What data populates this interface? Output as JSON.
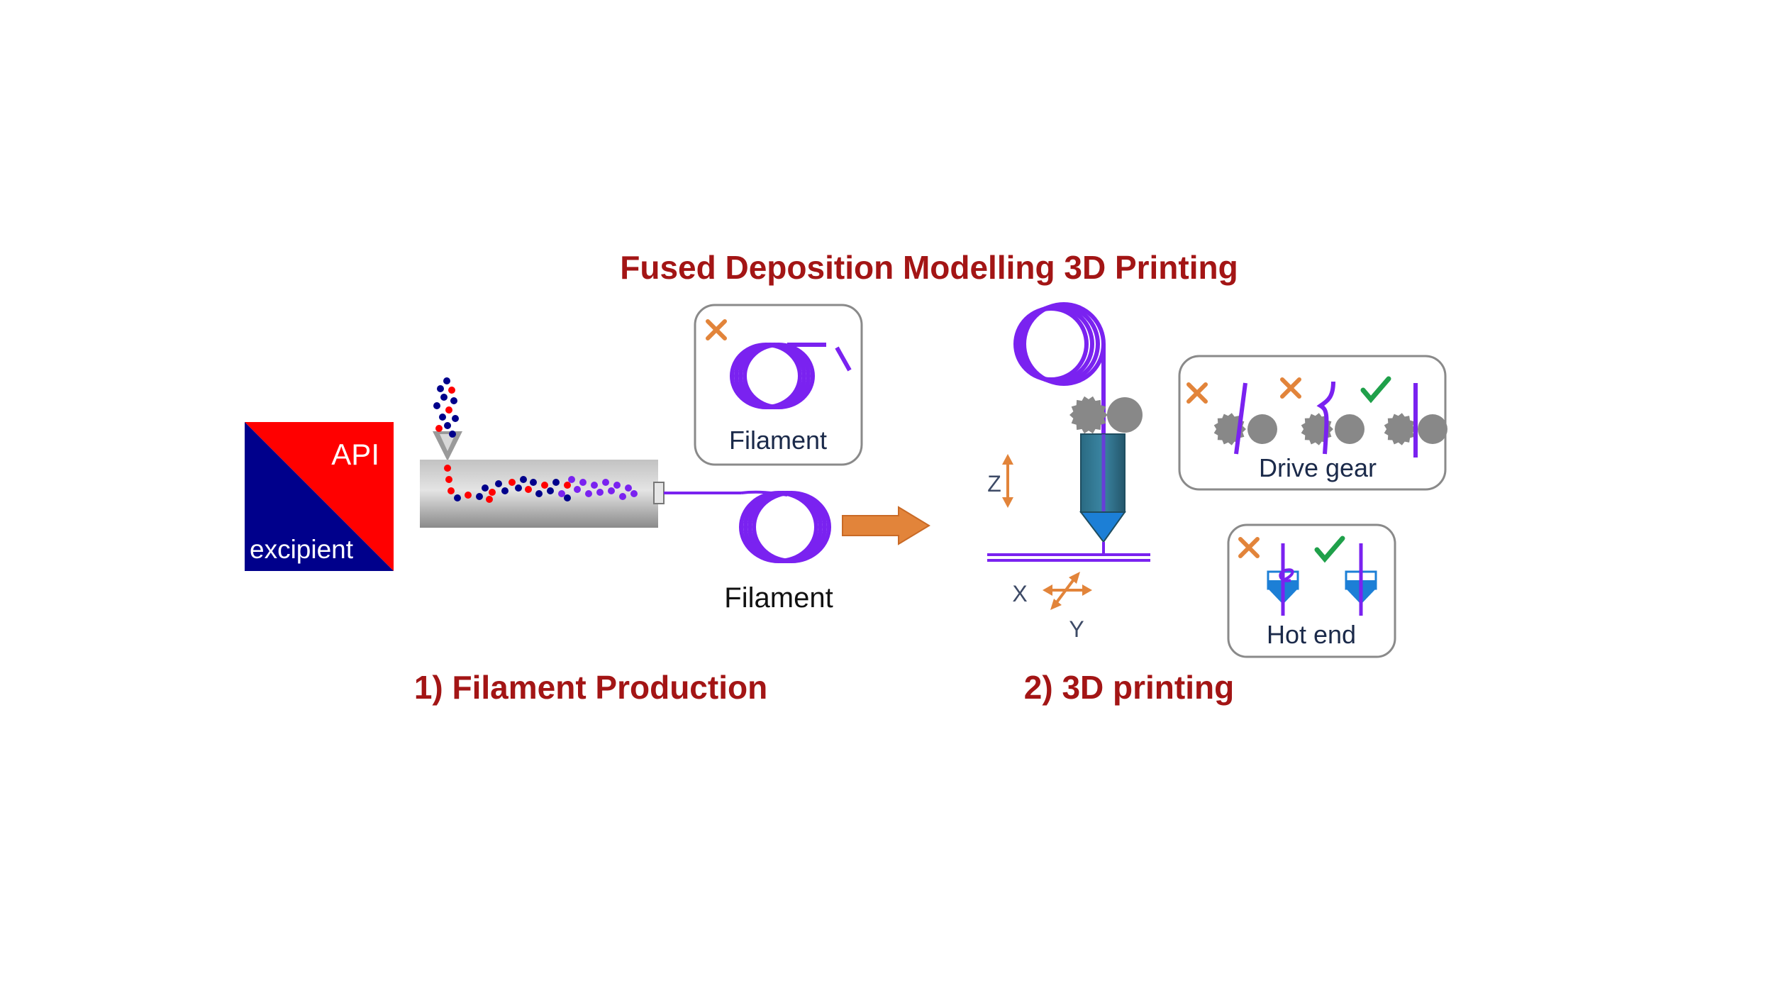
{
  "title": "Fused Deposition Modelling 3D Printing",
  "square": {
    "api": "API",
    "excipient": "excipient"
  },
  "filament_label": "Filament",
  "inset_filament_label": "Filament",
  "drive_gear_label": "Drive gear",
  "hot_end_label": "Hot end",
  "axes": {
    "z": "Z",
    "x": "X",
    "y": "Y"
  },
  "step1": "1) Filament Production",
  "step2": "2) 3D printing",
  "colors": {
    "red": "#ff0000",
    "navy": "#00008b",
    "purple": "#7a22f0",
    "title": "#a31515",
    "orange": "#e2843a",
    "green": "#1fa04a",
    "gray": "#888888",
    "nozzle_teal": "#2f6f8a",
    "nozzle_blue": "#1c7fd6"
  }
}
